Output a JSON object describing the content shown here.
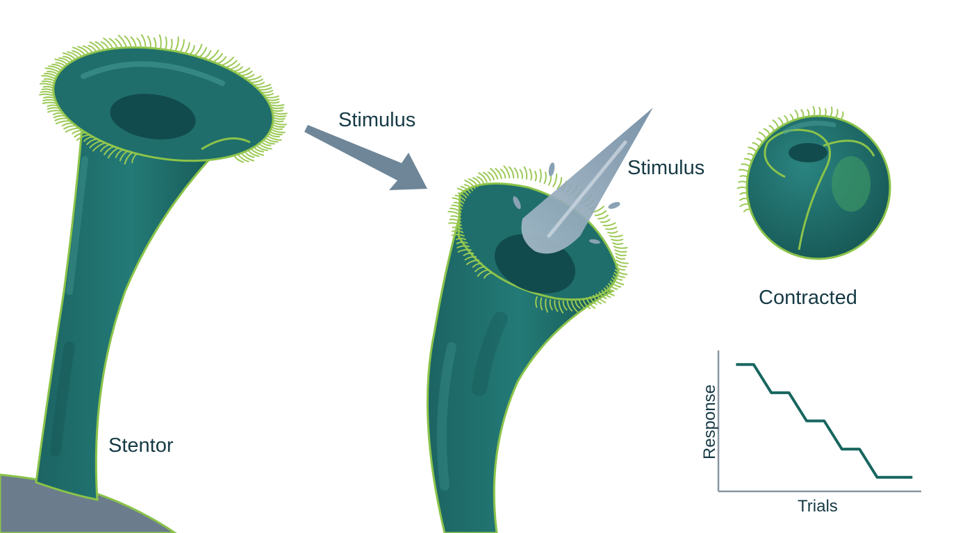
{
  "labels": {
    "organism": "Stentor",
    "stimulus_arrow": "Stimulus",
    "stimulus_probe": "Stimulus",
    "contracted": "Contracted"
  },
  "chart_data": {
    "type": "line",
    "xlabel": "Trials",
    "ylabel": "Response",
    "series": [
      {
        "x": [
          1,
          2,
          3,
          4,
          5,
          6,
          7,
          8,
          9,
          10,
          11
        ],
        "values": [
          5,
          5,
          4,
          4,
          3,
          3,
          2,
          2,
          1,
          1,
          1
        ]
      }
    ],
    "xlim": [
      0,
      11.5
    ],
    "ylim": [
      0.5,
      5.5
    ],
    "grid": false,
    "line_style": "step",
    "color": "#17665f"
  },
  "colors": {
    "body": "#1f6e6b",
    "body_dark": "#175b5a",
    "outline": "#8bc34a",
    "cilia": "#9bc955",
    "substrate": "#6b7d8c",
    "arrow": "#6e8698",
    "probe": "#8aa2b4",
    "text": "#163a45",
    "chart_line": "#17665f"
  }
}
